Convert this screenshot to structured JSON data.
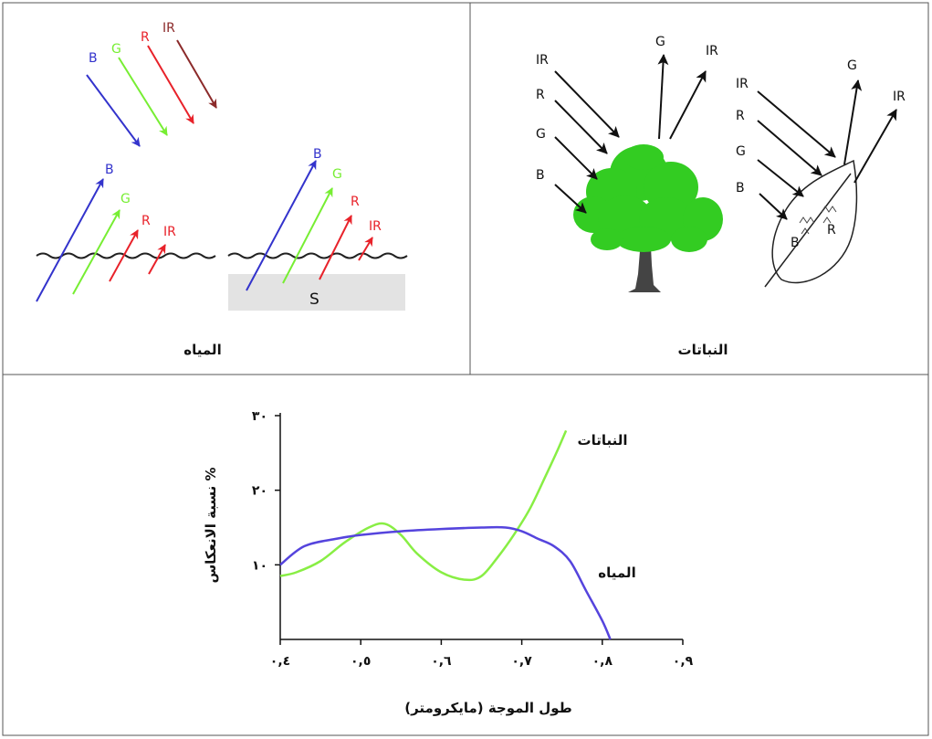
{
  "water_panel": {
    "caption": "المياه",
    "incident": {
      "B": "B",
      "G": "G",
      "R": "R",
      "IR": "IR"
    },
    "reflected": {
      "B": "B",
      "G": "G",
      "R": "R",
      "IR": "IR"
    },
    "reflected_shallow": {
      "B": "B",
      "G": "G",
      "R": "R",
      "IR": "IR"
    },
    "bottom_label": "S"
  },
  "plants_panel": {
    "caption": "النباتات",
    "tree_incident": {
      "IR": "IR",
      "R": "R",
      "G": "G",
      "B": "B"
    },
    "tree_reflected": {
      "G": "G",
      "IR": "IR"
    },
    "leaf_incident": {
      "IR": "IR",
      "R": "R",
      "G": "G",
      "B": "B"
    },
    "leaf_reflected": {
      "G": "G",
      "IR": "IR"
    },
    "leaf_absorbed": {
      "B": "B",
      "R": "R"
    }
  },
  "colors": {
    "blue": "#3333cc",
    "green": "#77ee33",
    "red": "#e8222a",
    "ir": "#8b2a2a",
    "tree": "#33cc22",
    "trunk": "#444444",
    "water_curve": "#5544dd",
    "plant_curve": "#88ee44"
  },
  "chart_data": {
    "type": "line",
    "xlabel": "طول الموجة (مايكرومتر)",
    "ylabel": "نسبة الانعكاس %",
    "x_ticks": [
      "٠,٤",
      "٠,٥",
      "٠,٦",
      "٠,٧",
      "٠,٨",
      "٠,٩"
    ],
    "y_ticks": [
      "١٠",
      "٢٠",
      "٣٠"
    ],
    "xlim": [
      0.4,
      0.9
    ],
    "ylim": [
      0,
      30
    ],
    "series": [
      {
        "name": "النباتات",
        "x": [
          0.4,
          0.42,
          0.45,
          0.48,
          0.51,
          0.53,
          0.55,
          0.57,
          0.6,
          0.63,
          0.65,
          0.67,
          0.69,
          0.71,
          0.73,
          0.745,
          0.755
        ],
        "y": [
          8.5,
          9.0,
          10.5,
          13.0,
          15.0,
          15.5,
          14.0,
          11.5,
          9.0,
          8.0,
          8.5,
          11.0,
          14.0,
          17.5,
          22.0,
          25.5,
          28.0
        ]
      },
      {
        "name": "المياه",
        "x": [
          0.4,
          0.43,
          0.47,
          0.5,
          0.55,
          0.6,
          0.65,
          0.68,
          0.7,
          0.72,
          0.74,
          0.76,
          0.78,
          0.8,
          0.81
        ],
        "y": [
          10.0,
          12.5,
          13.5,
          14.0,
          14.5,
          14.8,
          15.0,
          15.0,
          14.5,
          13.5,
          12.5,
          10.5,
          6.5,
          2.5,
          0.0
        ]
      }
    ]
  }
}
